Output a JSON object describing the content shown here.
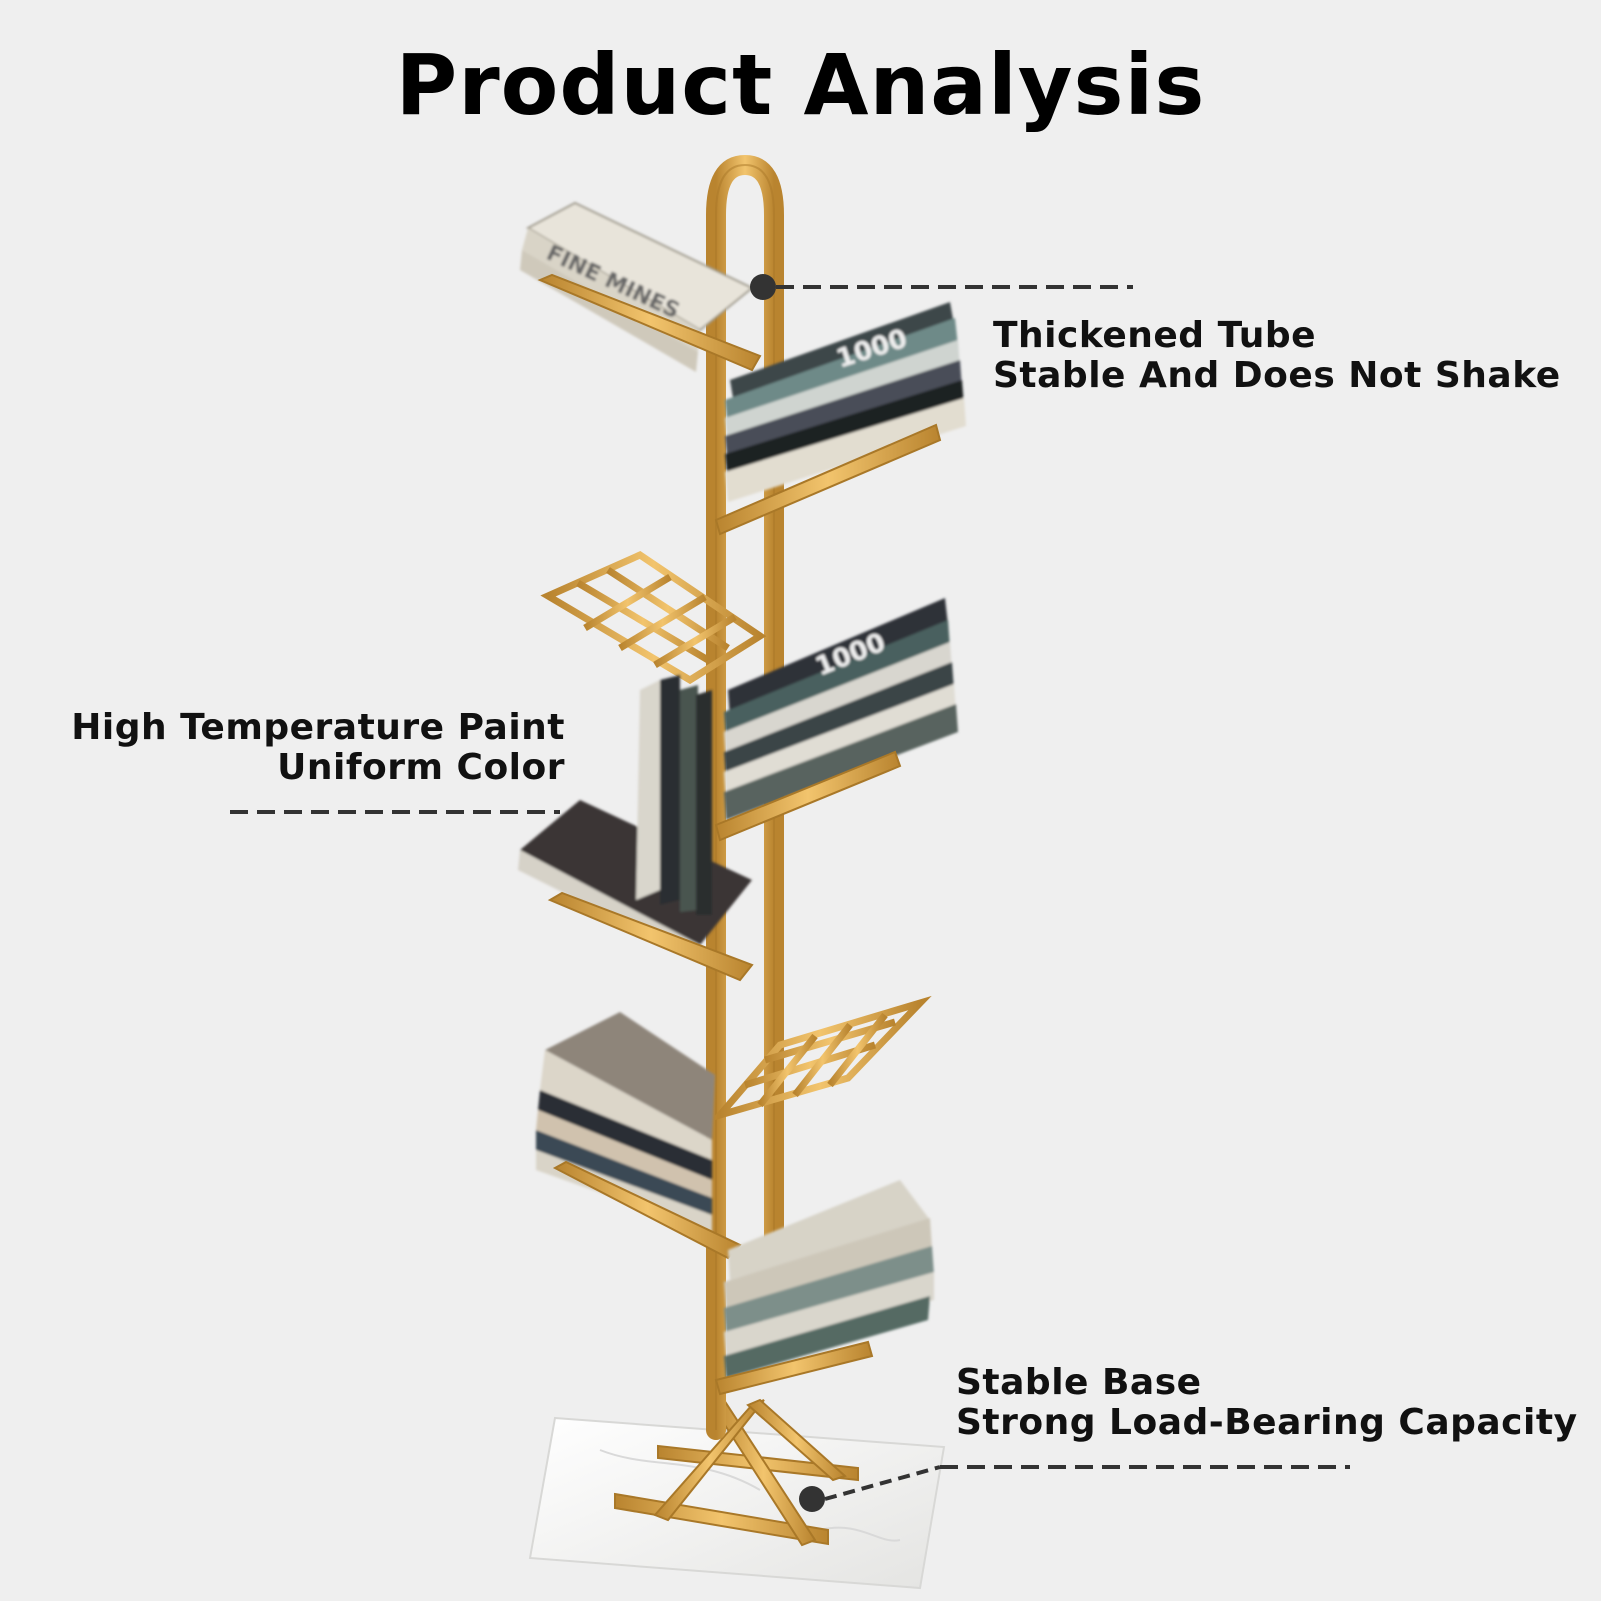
{
  "title": "Product Analysis",
  "callouts": [
    {
      "line1": "Thickened Tube",
      "line2": "Stable And Does Not Shake"
    },
    {
      "line1": "High Temperature Paint",
      "line2": "Uniform Color"
    },
    {
      "line1": "Stable Base",
      "line2": "Strong Load-Bearing Capacity"
    }
  ],
  "colors": {
    "background": "#efefef",
    "gold": "#d7a24a",
    "marble": "#f4f4f2",
    "text": "#000000"
  },
  "book_labels": [
    "1000",
    "1000"
  ]
}
